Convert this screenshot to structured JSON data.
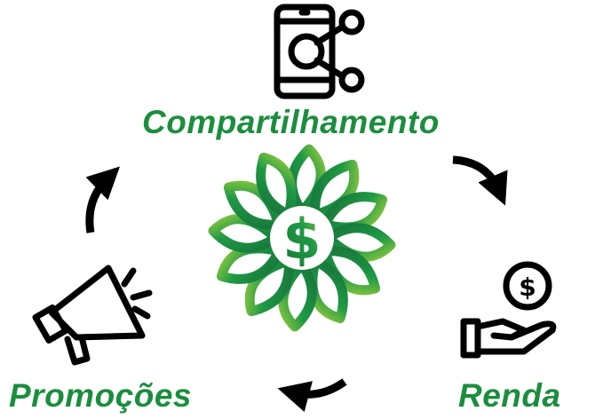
{
  "labels": {
    "top": "Compartilhamento",
    "left": "Promoções",
    "right": "Renda"
  },
  "logo": {
    "symbol": "$"
  },
  "colors": {
    "text_green": "#1b8e3e",
    "logo_dark": "#17753a",
    "logo_light": "#8cc63f",
    "icon": "#000000"
  },
  "icons": [
    "smartphone-share-icon",
    "megaphone-icon",
    "hand-coin-icon",
    "curved-arrow-icon"
  ]
}
